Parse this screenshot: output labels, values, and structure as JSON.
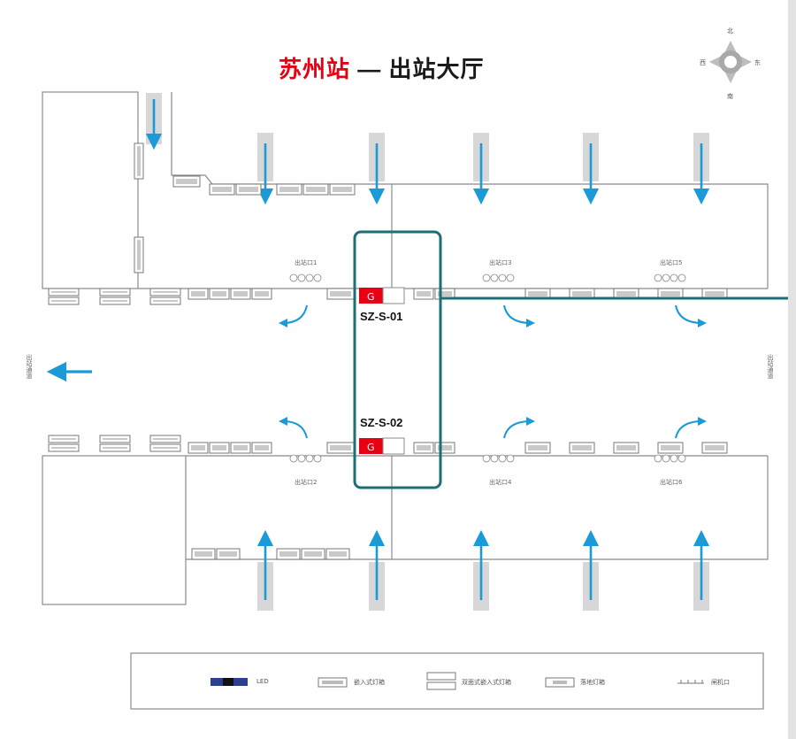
{
  "header": {
    "station": "苏州站",
    "separator": " — ",
    "hall": "出站大厅"
  },
  "compass": {
    "north": "北",
    "south": "南",
    "west": "西",
    "east": "东"
  },
  "ad_spots": {
    "spot1": "SZ-S-01",
    "spot2": "SZ-S-02"
  },
  "gates": {
    "top": [
      "出站口1",
      "出站口3",
      "出站口5"
    ],
    "bottom": [
      "出站口2",
      "出站口4",
      "出站口6"
    ]
  },
  "sides": {
    "west": "出站通道",
    "east": "出站通道"
  },
  "legend": {
    "led": "LED",
    "lightbox": "嵌入式灯箱",
    "double_lightbox": "双面式嵌入式灯箱",
    "standing_lightbox": "落地灯箱",
    "ticket_gate": "闸机口"
  },
  "colors": {
    "accent_red": "#e60012",
    "flow_arrow": "#1a9ad6",
    "highlight_frame": "#1d6f76",
    "wall": "#8a8a8a"
  }
}
